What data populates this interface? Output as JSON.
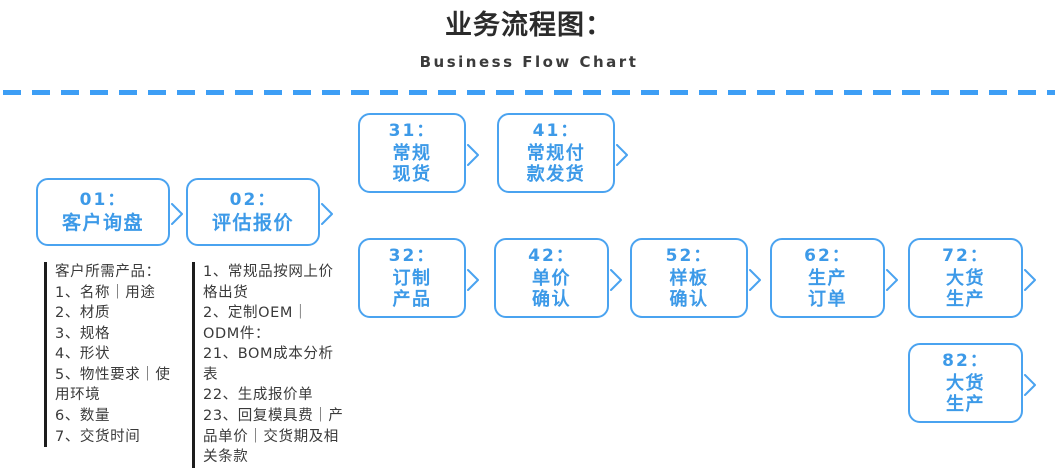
{
  "header": {
    "title_cn": "业务流程图：",
    "title_en": "Business Flow Chart"
  },
  "colors": {
    "border_blue": "#4aa3f0",
    "text_blue": "#3d9ae8",
    "divider_blue": "#3d9ef5",
    "title_dark": "#2b2b2b",
    "desc_text": "#3a3a3a",
    "desc_bar": "#1c1c1c"
  },
  "flow": {
    "boxes": [
      {
        "id": "01",
        "code": "01：",
        "label": "客户询盘"
      },
      {
        "id": "02",
        "code": "02：",
        "label": "评估报价"
      },
      {
        "id": "31",
        "code": "31：",
        "label": "常规\n现货"
      },
      {
        "id": "41",
        "code": "41：",
        "label": "常规付\n款发货"
      },
      {
        "id": "32",
        "code": "32：",
        "label": "订制\n产品"
      },
      {
        "id": "42",
        "code": "42：",
        "label": "单价\n确认"
      },
      {
        "id": "52",
        "code": "52：",
        "label": "样板\n确认"
      },
      {
        "id": "62",
        "code": "62：",
        "label": "生产\n订单"
      },
      {
        "id": "72",
        "code": "72：",
        "label": "大货\n生产"
      },
      {
        "id": "82",
        "code": "82：",
        "label": "大货\n生产"
      }
    ],
    "descriptions": [
      {
        "for": "01",
        "text": "客户所需产品：\n1、名称｜用途\n2、材质\n3、规格\n4、形状\n5、物性要求｜使用环境\n6、数量\n7、交货时间"
      },
      {
        "for": "02",
        "text": "1、常规品按网上价格出货\n2、定制OEM｜ODM件：\n21、BOM成本分析表\n22、生成报价单\n23、回复模具费｜产品单价｜交货期及相关条款"
      }
    ]
  }
}
